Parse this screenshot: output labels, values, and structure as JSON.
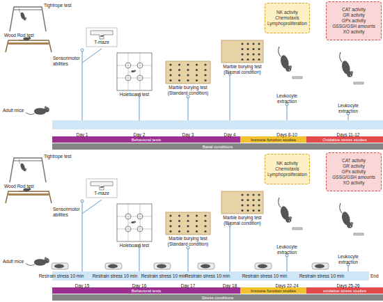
{
  "diagram": {
    "nodes": [
      {
        "text": [
          "NK activity",
          "Chemotaxis",
          "Lymphoproliferation"
        ]
      },
      {
        "text": [
          "CAT activity",
          "GR activity",
          "GPx activity",
          "GSSG/GSH amounts",
          "XO activity"
        ]
      },
      {
        "text": [
          "Behavioral tests"
        ]
      },
      {
        "text": [
          "Immune function studies"
        ]
      },
      {
        "text": [
          "Oxidative stress studies"
        ]
      },
      {
        "text": [
          "Basal conditions"
        ]
      },
      {
        "text": [
          "NK activity",
          "Chemotaxis",
          "Lymphoproliferation"
        ]
      },
      {
        "text": [
          "CAT activity",
          "GR activity",
          "GPx activity",
          "GSSG/GSH amounts",
          "XO activity"
        ]
      },
      {
        "text": [
          "Behavioral tests"
        ]
      },
      {
        "text": [
          "Immune function studies"
        ]
      },
      {
        "text": [
          "oxidative stress studies"
        ]
      },
      {
        "text": [
          "Stress conditions"
        ]
      }
    ],
    "labels": [
      "Tightrope test",
      "Wood Rod test",
      "Sensorimotor abilities",
      "T-maze",
      "Holeboard test",
      "Marble burying test (Standard condition)",
      "Marble burying test (Bizonal condition)",
      "Leukocyte extraction",
      "Leukocyte extraction",
      "Adult mice",
      "Day 1",
      "Day 2",
      "Day 3",
      "Day 4",
      "Days 8-10",
      "Days 11-12",
      "Tightrope test",
      "Wood Rod test",
      "Sensorimotor abilities",
      "T-maze",
      "Holeboard test",
      "Marble burying test (Standard condition)",
      "Marble burying test (Bizonal condition)",
      "Leukocyte extraction",
      "Leukocyte extraction",
      "Adult mice",
      "Restrain stress 10 min",
      "Restrain stress 10 min",
      "Restrain stress 10 min",
      "Restrain stress 10 min",
      "Restrain stress 10 min",
      "Restrain stress 10 min",
      "Day 15",
      "Day 16",
      "Day 17",
      "Day 18",
      "Days 22-24",
      "Days 25-26",
      "End"
    ]
  }
}
